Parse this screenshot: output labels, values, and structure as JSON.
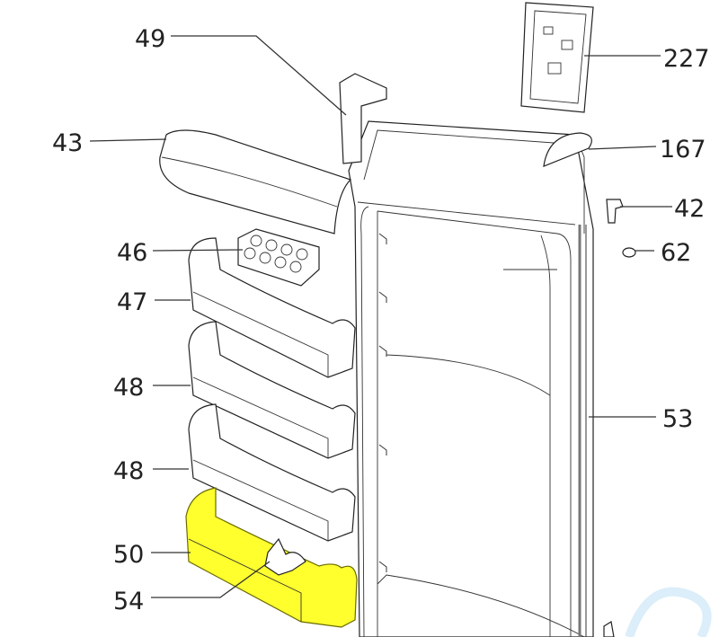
{
  "diagram": {
    "type": "exploded-parts-diagram",
    "highlight_color": "#ffff2e",
    "highlighted_parts": [
      "50"
    ],
    "callouts": [
      {
        "id": "c49",
        "label": "49",
        "part": "door-hinge-cover"
      },
      {
        "id": "c43",
        "label": "43",
        "part": "dairy-compartment-flap"
      },
      {
        "id": "c46",
        "label": "46",
        "part": "egg-tray"
      },
      {
        "id": "c47",
        "label": "47",
        "part": "door-shelf-top"
      },
      {
        "id": "c48a",
        "label": "48",
        "part": "door-shelf-middle"
      },
      {
        "id": "c48b",
        "label": "48",
        "part": "door-shelf-lower"
      },
      {
        "id": "c50",
        "label": "50",
        "part": "bottle-shelf"
      },
      {
        "id": "c54",
        "label": "54",
        "part": "bottle-retainer"
      },
      {
        "id": "c227",
        "label": "227",
        "part": "control-panel"
      },
      {
        "id": "c167",
        "label": "167",
        "part": "handle-cap"
      },
      {
        "id": "c42",
        "label": "42",
        "part": "hinge-bracket"
      },
      {
        "id": "c62",
        "label": "62",
        "part": "hinge-pin"
      },
      {
        "id": "c53",
        "label": "53",
        "part": "door-gasket"
      }
    ]
  }
}
